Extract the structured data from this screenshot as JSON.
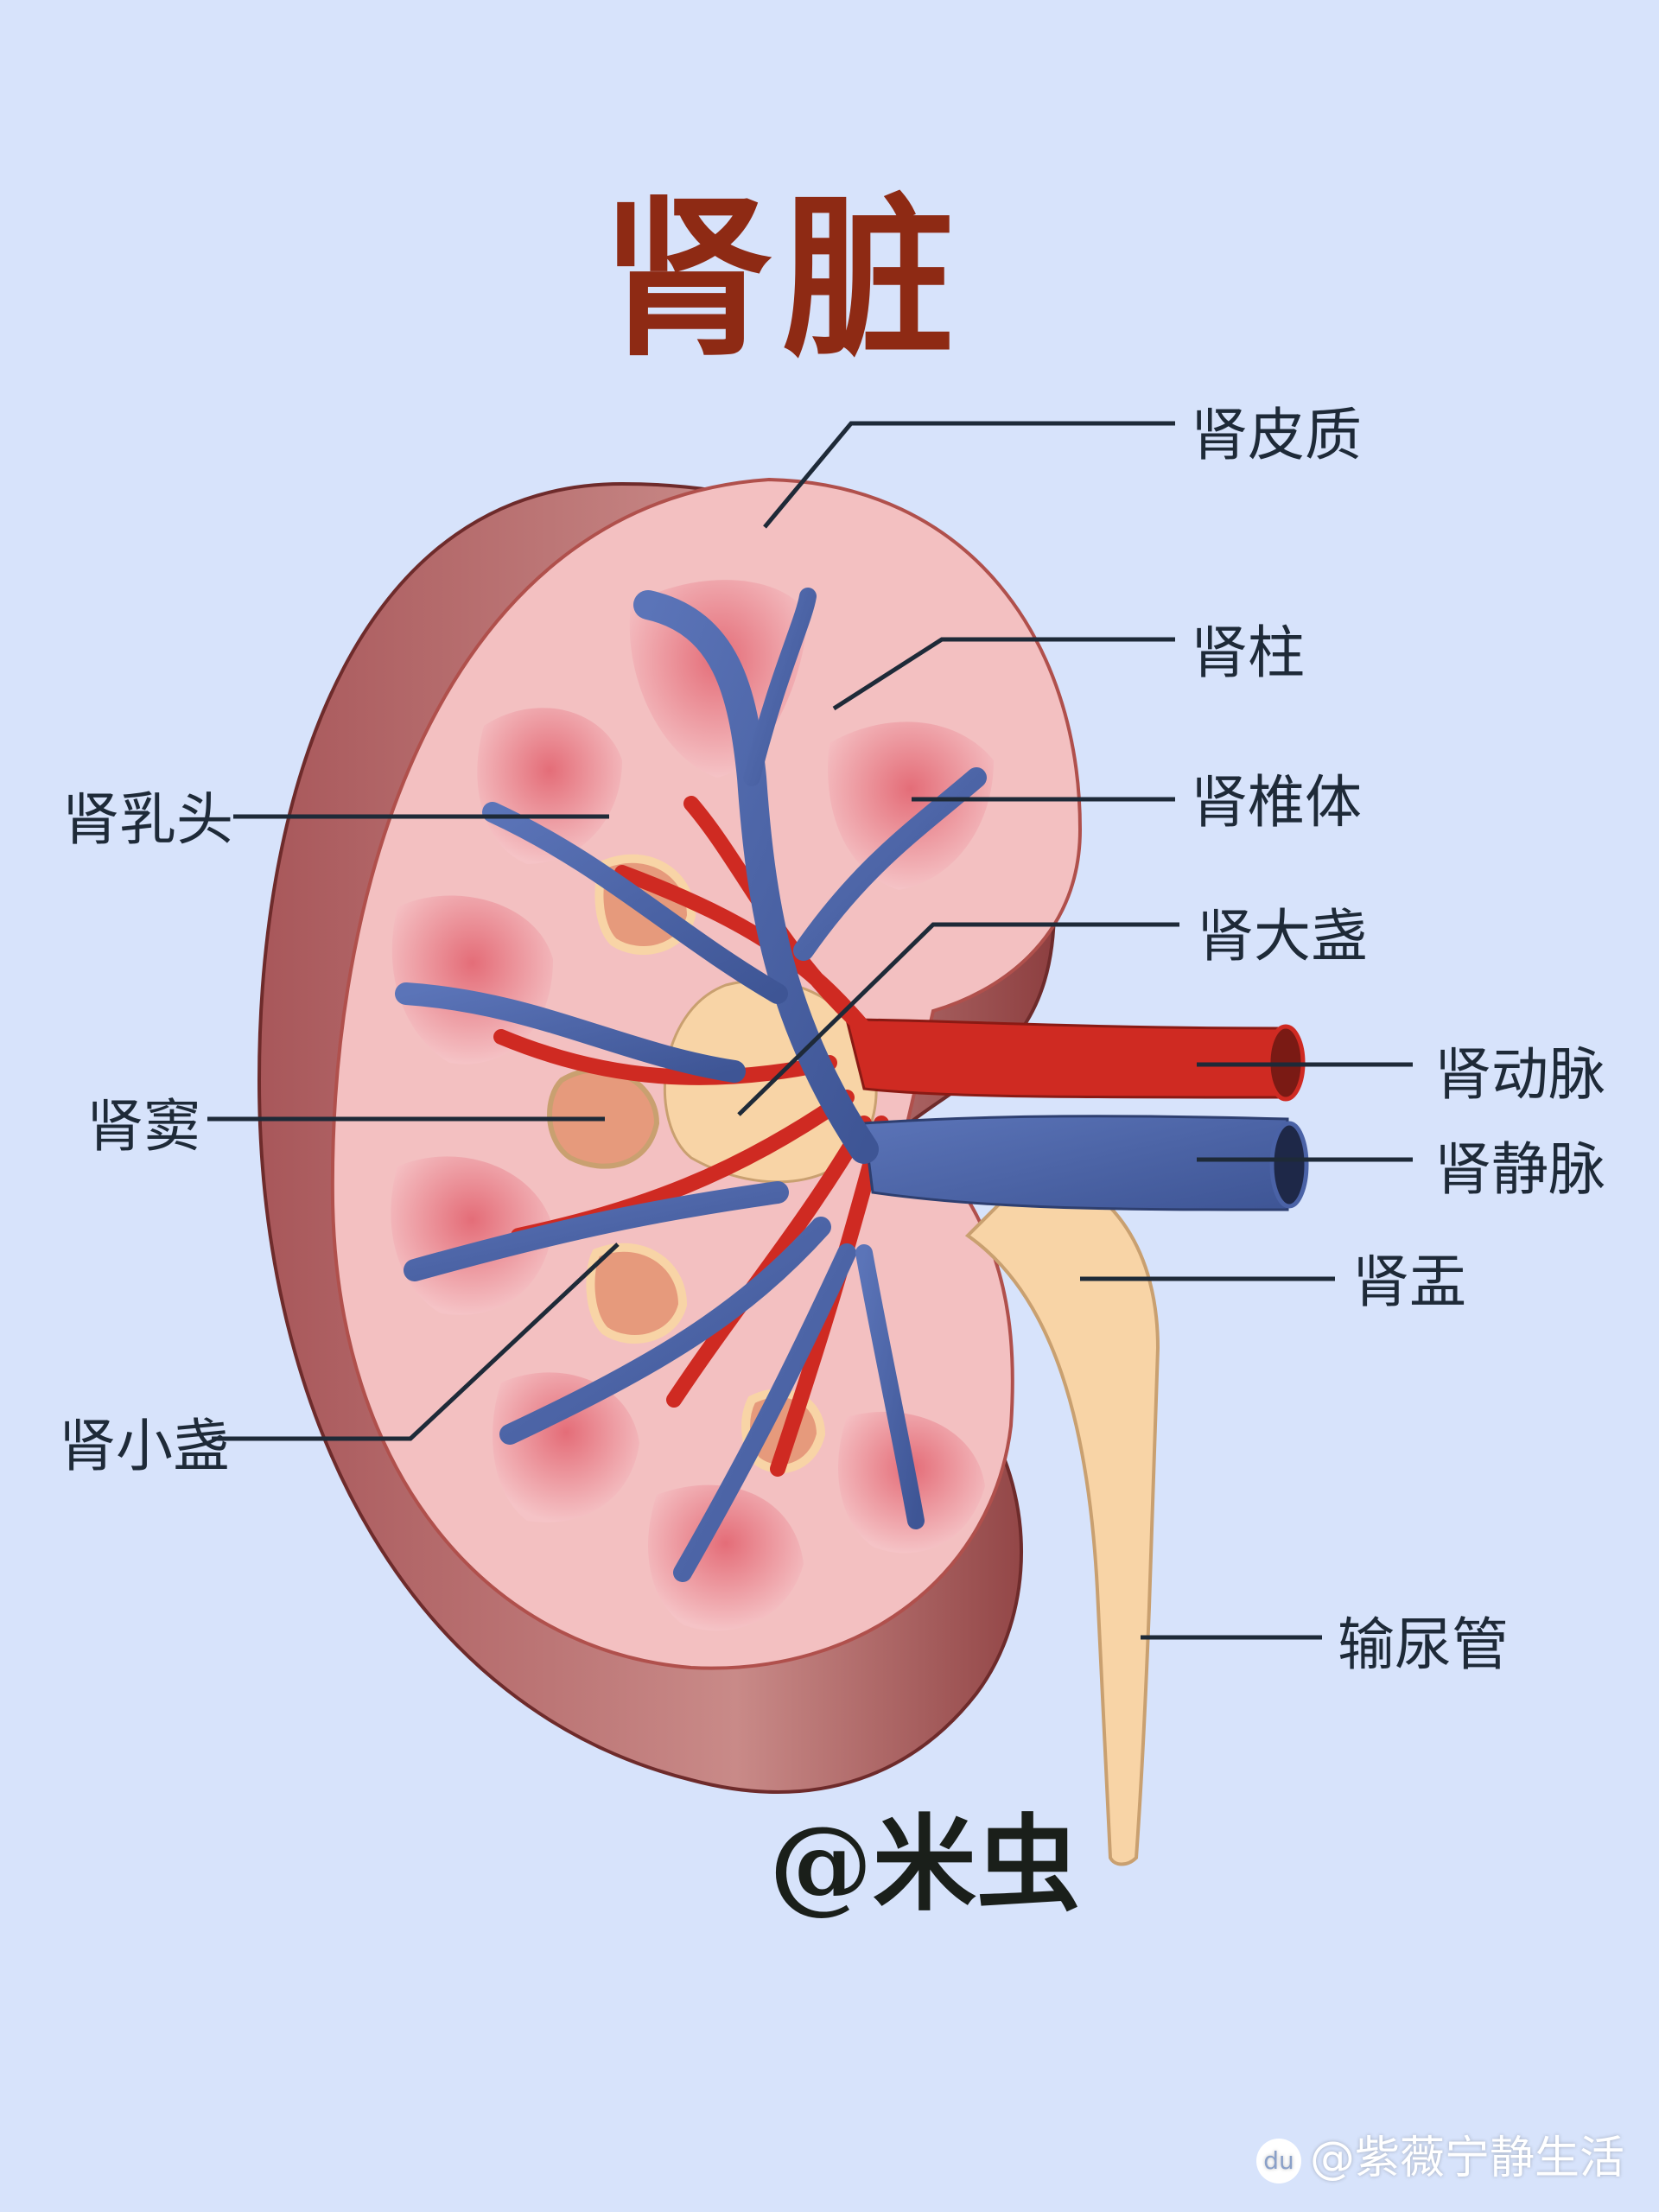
{
  "title": "肾脏",
  "labels": {
    "renal_cortex": "肾皮质",
    "renal_column": "肾柱",
    "renal_pyramid": "肾椎体",
    "renal_papilla": "肾乳头",
    "major_calyx": "肾大盏",
    "renal_artery": "肾动脉",
    "renal_sinus": "肾窦",
    "renal_vein": "肾静脉",
    "renal_pelvis": "肾盂",
    "minor_calyx": "肾小盏",
    "ureter": "输尿管"
  },
  "signature": "@米虫",
  "watermark": "@紫薇宁静生活",
  "watermark_icon": "du-paw-icon",
  "colors": {
    "background": "#d7e3fb",
    "title": "#8e2a14",
    "capsule": "#9a4a4a",
    "cortex": "#f2b8b8",
    "pyramid": "#e07a82",
    "artery": "#d22a20",
    "vein": "#4a62a6",
    "pelvis": "#f8d4a6"
  }
}
